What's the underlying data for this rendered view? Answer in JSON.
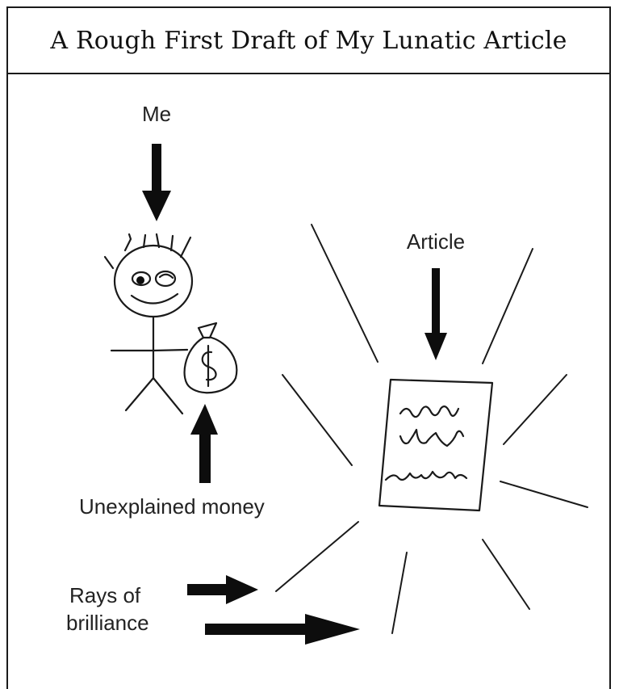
{
  "header": {
    "title": "A Rough First Draft of My Lunatic Article"
  },
  "diagram": {
    "labels": {
      "me": "Me",
      "article": "Article",
      "money": "Unexplained money",
      "rays_line1": "Rays of",
      "rays_line2": "brilliance"
    },
    "icons": {
      "stick_figure": "stick-figure-icon",
      "money_bag": "money-bag-icon",
      "article_page": "article-page-icon"
    },
    "colors": {
      "ink": "#1a1a1a",
      "background": "#ffffff"
    }
  }
}
